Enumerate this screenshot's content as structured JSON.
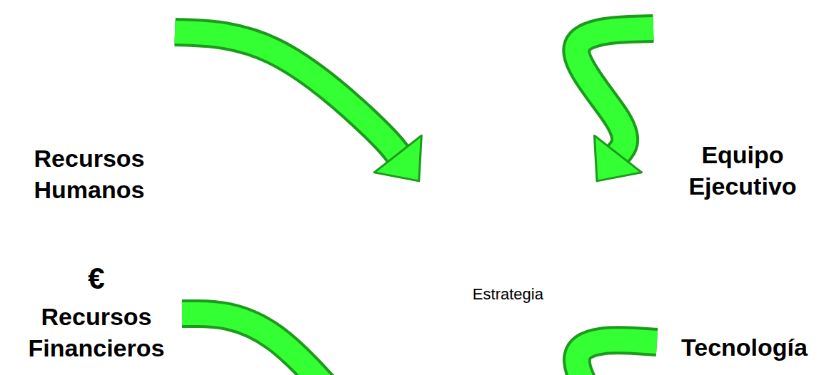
{
  "diagram": {
    "nodes": [
      {
        "text": [
          "Recursos Humanos"
        ]
      },
      {
        "text": [
          "Equipo Ejecutivo"
        ]
      },
      {
        "text": [
          "Estrategia"
        ]
      },
      {
        "text": [
          "€",
          "Recursos Financieros"
        ]
      },
      {
        "text": [
          "Tecnología"
        ]
      }
    ],
    "edges": [
      {
        "from": 0,
        "to": 2,
        "arrow": "to"
      },
      {
        "from": 1,
        "to": 2,
        "arrow": "to"
      },
      {
        "from": 3,
        "to": 2,
        "arrow": "to"
      },
      {
        "from": 4,
        "to": 2,
        "arrow": "to"
      }
    ]
  }
}
